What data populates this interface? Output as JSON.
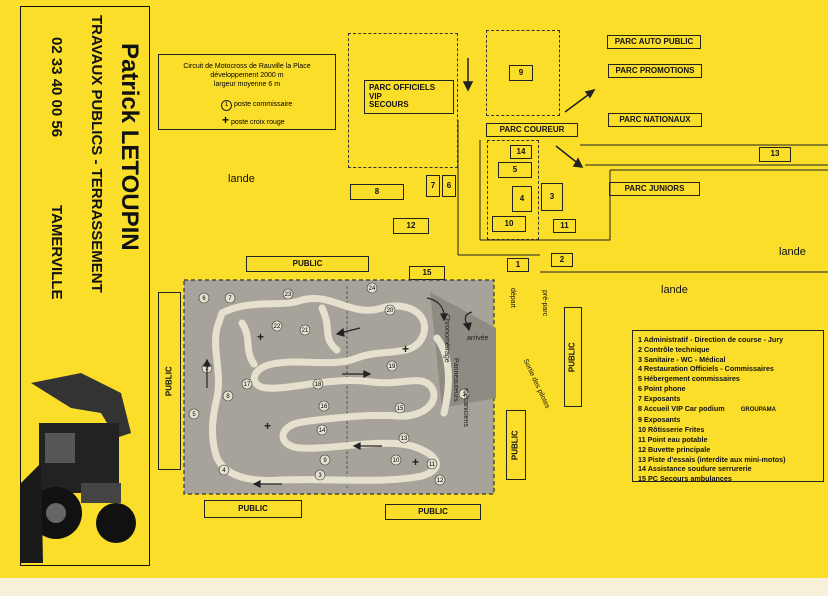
{
  "advert": {
    "name": "Patrick LETOUPIN",
    "activity": "TRAVAUX PUBLICS - TERRASSEMENT",
    "phone": "02 33 40 00 56",
    "town": "TAMERVILLE"
  },
  "circuit_info": {
    "title": "Circuit de Motocross de Rauville la Place",
    "length": "développement 2000 m",
    "width": "largeur moyenne 6 m",
    "poste_commissaire_symbol": "1",
    "poste_commissaire": "poste commissaire",
    "croix_rouge_symbol": "+",
    "croix_rouge": "poste croix rouge"
  },
  "parcs": {
    "officiels": [
      "PARC OFFICIELS",
      "VIP",
      "SECOURS"
    ],
    "auto_public": "PARC AUTO PUBLIC",
    "promotions": "PARC PROMOTIONS",
    "nationaux": "PARC NATIONAUX",
    "juniors": "PARC JUNIORS",
    "coureur": "PARC COUREUR"
  },
  "areas": {
    "lande": "lande",
    "public": "PUBLIC",
    "depart": "départ",
    "pre_parc": "pré-parc",
    "arrivee": "arrivée",
    "chronometrage": "Chronométrage",
    "panneauteurs": "Panneauteurs",
    "sortie_pilotes": "Sortie des pilotes",
    "mecaniciens": "mécaniciens"
  },
  "zones": {
    "z1": "1",
    "z2": "2",
    "z3": "3",
    "z4": "4",
    "z5": "5",
    "z6": "6",
    "z7": "7",
    "z8": "8",
    "z9": "9",
    "z10": "10",
    "z11": "11",
    "z12": "12",
    "z13": "13",
    "z14": "14",
    "z15": "15"
  },
  "legend": [
    "1 Administratif - Direction de course - Jury",
    "2 Contrôle technique",
    "3 Sanitaire - WC - Médical",
    "4 Restauration Officiels - Commissaires",
    "5 Hébergement commissaires",
    "6 Point phone",
    "7 Exposants",
    "8 Accueil VIP Car podium",
    "9 Exposants",
    "10 Rôtisserie Frites",
    "11 Point eau potable",
    "12 Buvette principale",
    "13 Piste d'essais (interdite aux mini-motos)",
    "14 Assistance soudure serrurerie",
    "15 PC Secours ambulances"
  ],
  "groupama": "GROUPAMA",
  "posts": [
    "1",
    "2",
    "3",
    "4",
    "5",
    "6",
    "7",
    "8",
    "9",
    "10",
    "11",
    "12",
    "13",
    "14",
    "15",
    "16",
    "17",
    "18",
    "19",
    "20",
    "21",
    "22",
    "23",
    "24"
  ]
}
